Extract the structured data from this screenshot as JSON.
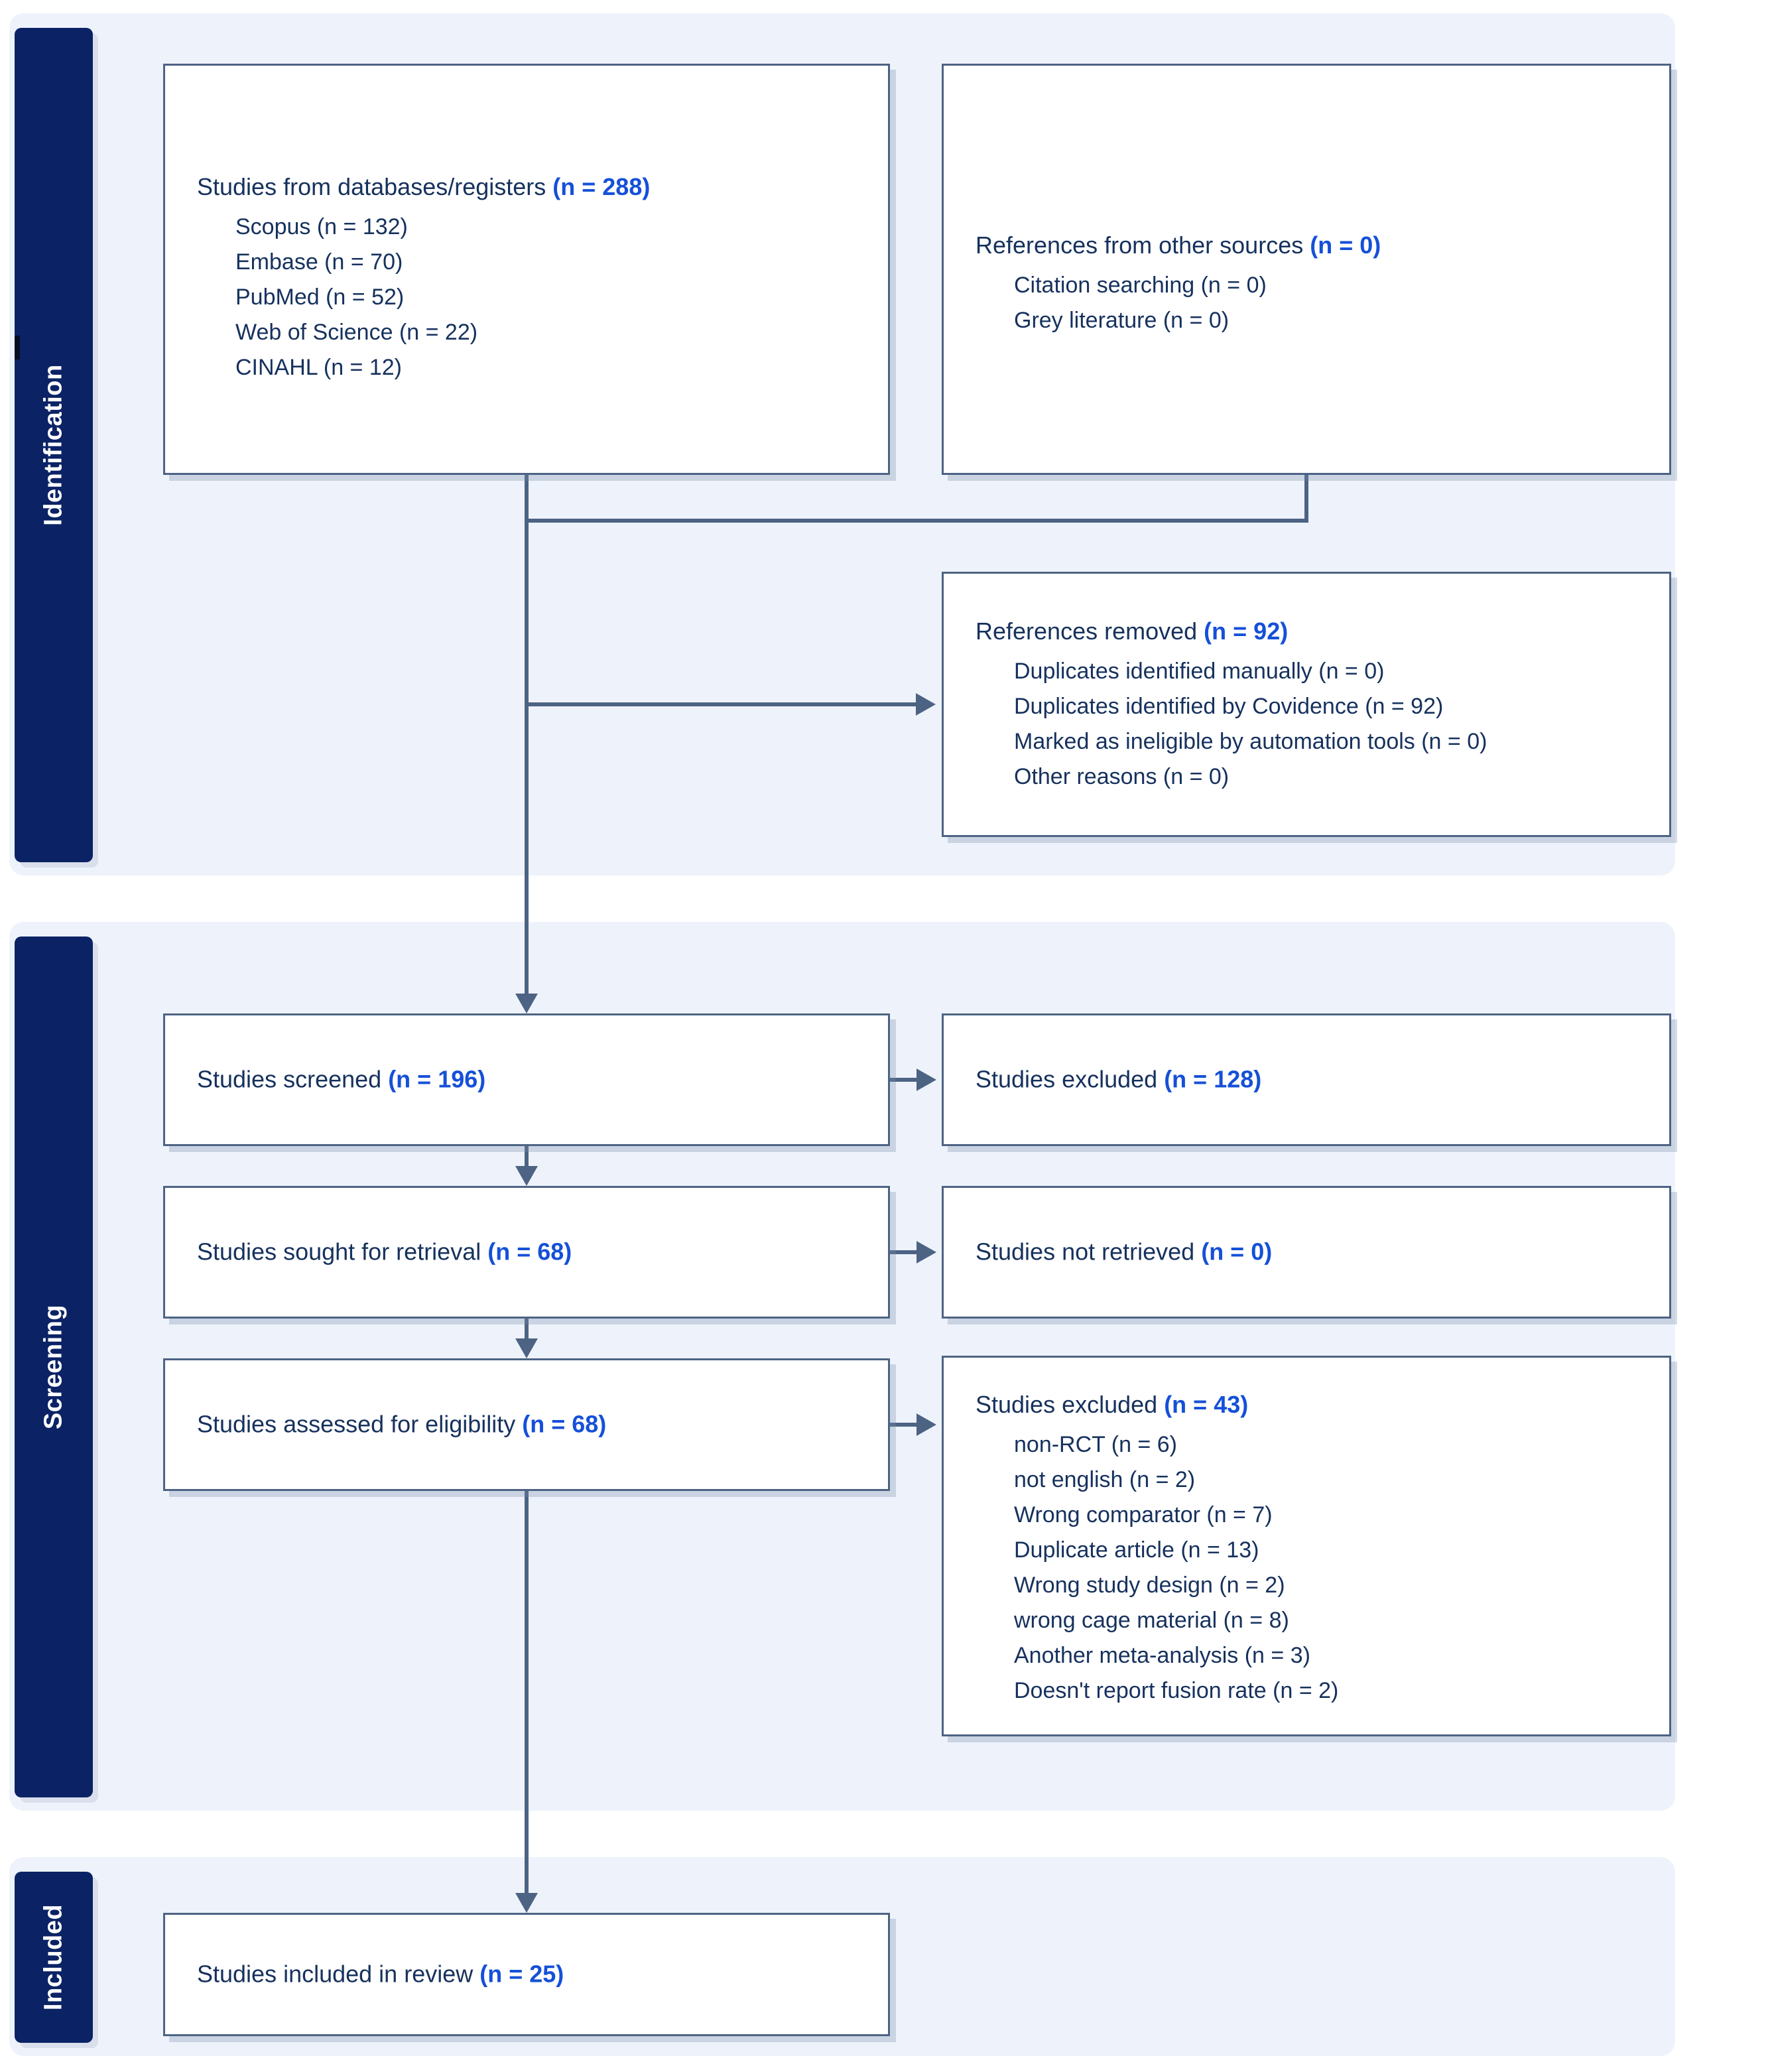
{
  "diagram": {
    "type": "PRISMA flow diagram",
    "phases": [
      {
        "id": "identification",
        "label": "Identification"
      },
      {
        "id": "screening",
        "label": "Screening"
      },
      {
        "id": "included",
        "label": "Included"
      }
    ]
  },
  "boxes": {
    "databases": {
      "header": "Studies from databases/registers ",
      "count": "(n = 288)",
      "items": [
        "Scopus (n = 132)",
        "Embase (n = 70)",
        "PubMed (n = 52)",
        "Web of Science (n = 22)",
        "CINAHL (n = 12)"
      ]
    },
    "other_sources": {
      "header": "References from other sources ",
      "count": "(n = 0)",
      "items": [
        "Citation searching (n = 0)",
        "Grey literature (n = 0)"
      ]
    },
    "references_removed": {
      "header": "References removed ",
      "count": "(n = 92)",
      "items": [
        "Duplicates identified manually (n = 0)",
        "Duplicates identified by Covidence (n = 92)",
        "Marked as ineligible by automation tools (n = 0)",
        "Other reasons (n = 0)"
      ]
    },
    "studies_screened": {
      "header": "Studies screened ",
      "count": "(n = 196)",
      "items": []
    },
    "studies_excluded_screening": {
      "header": "Studies excluded ",
      "count": "(n = 128)",
      "items": []
    },
    "studies_sought": {
      "header": "Studies sought for retrieval ",
      "count": "(n = 68)",
      "items": []
    },
    "studies_not_retrieved": {
      "header": "Studies not retrieved ",
      "count": "(n = 0)",
      "items": []
    },
    "studies_assessed": {
      "header": "Studies assessed for eligibility ",
      "count": "(n = 68)",
      "items": []
    },
    "studies_excluded_eligibility": {
      "header": "Studies excluded ",
      "count": "(n = 43)",
      "items": [
        "non-RCT (n = 6)",
        "not english (n = 2)",
        "Wrong comparator (n = 7)",
        "Duplicate article (n = 13)",
        "Wrong study design (n = 2)",
        "wrong cage material (n = 8)",
        "Another meta-analysis (n = 3)",
        "Doesn't report fusion rate (n = 2)"
      ]
    },
    "studies_included": {
      "header": "Studies included in review ",
      "count": "(n = 25)",
      "items": []
    }
  },
  "colors": {
    "phase_bar": "#0B2265",
    "panel_bg": "#eef3fb",
    "box_border": "#4d6384",
    "connector": "#4d6384",
    "text": "#16315d",
    "count_accent": "#1550d8",
    "page_bg": "#ffffff"
  }
}
